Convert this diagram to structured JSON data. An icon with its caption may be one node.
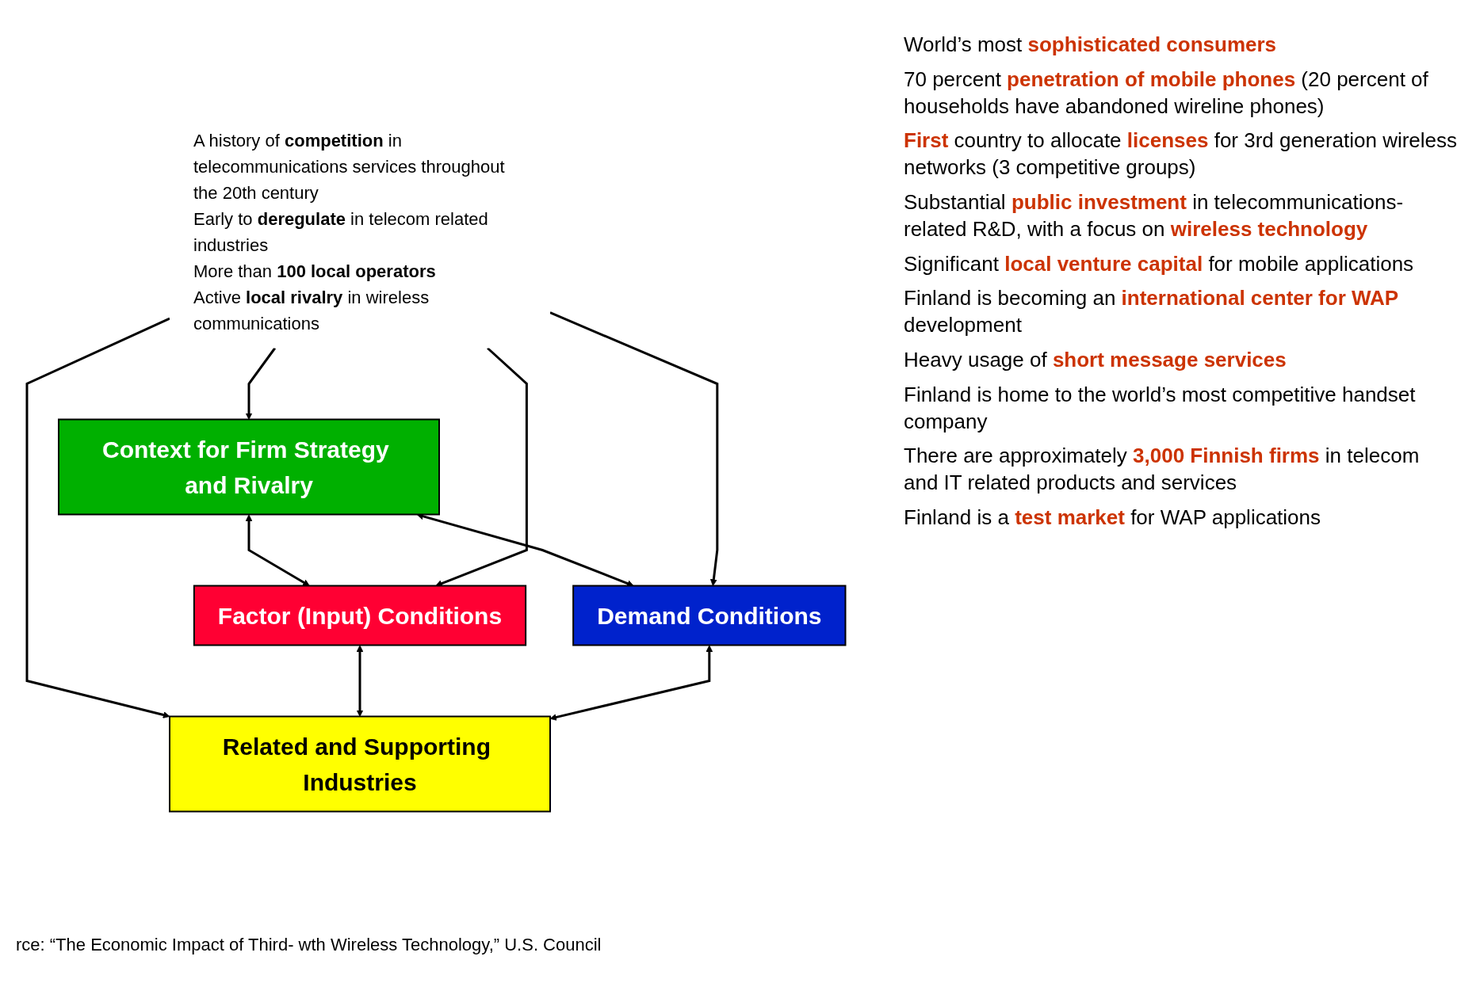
{
  "diagram": {
    "caption": "rce: “The Economic Impact of Third- wth Wireless Technology,” U.S. Council",
    "nodes": [
      {
        "text": [
          "Context for Firm Strategy and Rivalry"
        ]
      },
      {
        "text": [
          "A history of **competition** in telecommunications services throughout the 20th century",
          "Early to **deregulate** in telecom related industries",
          "More than **100 local operators**",
          "Active **local rivalry** in wireless communications"
        ]
      },
      {
        "text": [
          "Factor (Input) Conditions"
        ]
      },
      {
        "text": [
          "Demand Conditions"
        ]
      },
      {
        "text": [
          "Related and Supporting Industries"
        ]
      }
    ],
    "edges": [
      {
        "from": 0,
        "to": 2,
        "arrow": "both"
      },
      {
        "from": 0,
        "to": 3,
        "arrow": "both"
      },
      {
        "from": 1,
        "to": 0,
        "arrow": "to"
      },
      {
        "from": 1,
        "to": 2,
        "arrow": "to"
      },
      {
        "from": 1,
        "to": 3,
        "arrow": "to"
      },
      {
        "from": 1,
        "to": 4,
        "arrow": "to"
      },
      {
        "from": 2,
        "to": 4,
        "arrow": "both"
      },
      {
        "from": 3,
        "to": 4,
        "arrow": "both"
      }
    ],
    "labels": [
      "World’s most **sophisticated consumers**",
      "70 percent **penetration of mobile phones** (20 percent of households have abandoned wireline phones)",
      "**First** country to allocate **licenses** for 3rd generation wireless networks (3 competitive groups)",
      "Substantial **public investment** in telecommunications-related R&D, with a focus on **wireless technology**",
      "Significant **local venture capital** for mobile applications",
      "Finland is becoming an **international center for WAP** development",
      "Heavy usage of **short message services**",
      "Finland is home to the world’s most competitive handset company",
      "There are approximately **3,000 Finnish firms** in telecom and IT related products and services",
      "Finland is a **test market** for WAP applications"
    ]
  }
}
